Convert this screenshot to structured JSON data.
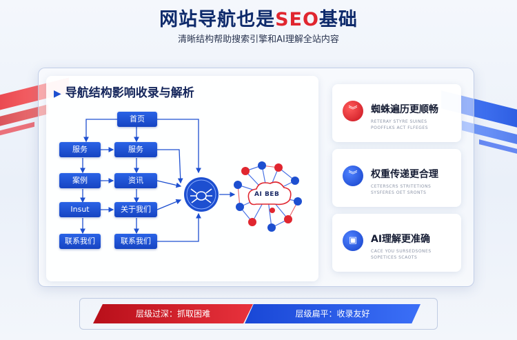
{
  "header": {
    "title_main": "网站导航也是",
    "title_accent": "SEO",
    "title_tail": "基础",
    "subtitle": "清晰结构帮助搜索引擎和AI理解全站内容"
  },
  "left_card": {
    "title": "导航结构影响收录与解析",
    "title_icon": "play-arrow-icon",
    "nodes": {
      "home": "首页",
      "service_a": "服务",
      "service_b": "服务",
      "case": "案例",
      "news": "资讯",
      "insut": "Insut",
      "about": "关于我们",
      "contact_a": "联系我们",
      "contact_b": "联系我们"
    },
    "crawler_icon": "spider-icon",
    "cloud_label": "AI BEB"
  },
  "right_cards": [
    {
      "title": "蜘蛛遍历更顺畅",
      "sub1": "RETERAY STYRE SUINES",
      "sub2": "POOFFLKS ACT FLFEGES",
      "icon": "chevron-double-down-icon",
      "color": "red"
    },
    {
      "title": "权重传递更合理",
      "sub1": "CETERSCRS STRITETIONS",
      "sub2": "SYSFERES OET SRONTS",
      "icon": "chevron-double-down-icon",
      "color": "blue"
    },
    {
      "title": "AI理解更准确",
      "sub1": "CACE YOU SURSEDSONES",
      "sub2": "SOPETICES SCAOTS",
      "icon": "ai-chip-icon",
      "color": "blue"
    }
  ],
  "banners": {
    "deep": "层级过深：抓取困难",
    "flat": "层级扁平：收录友好"
  },
  "colors": {
    "brand_red": "#e0262f",
    "brand_blue": "#1d4fd0",
    "navy": "#0e2a6b"
  }
}
